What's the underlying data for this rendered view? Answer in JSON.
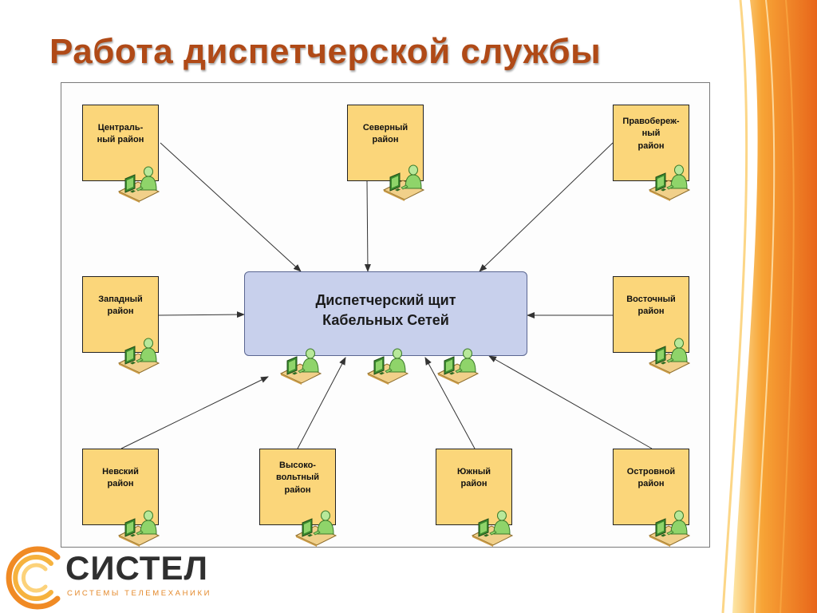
{
  "slide": {
    "title": "Работа диспетчерской службы",
    "accent_color": "#b04a17",
    "decor_colors": [
      "#f7a436",
      "#e96b1c",
      "#fcd27a"
    ]
  },
  "diagram": {
    "hub": {
      "title": "Диспетчерский щит\nКабельных Сетей",
      "fill": "#c8d0ec",
      "operators": 3
    },
    "district_fill": "#fbd67a",
    "operator_icon": "operator-workstation-icon",
    "districts": [
      {
        "id": "central",
        "label": "Централь-\nный район"
      },
      {
        "id": "north",
        "label": "Северный\nрайон"
      },
      {
        "id": "right-bank",
        "label": "Правобереж-\nный\nрайон"
      },
      {
        "id": "west",
        "label": "Западный\nрайон"
      },
      {
        "id": "east",
        "label": "Восточный\nрайон"
      },
      {
        "id": "nevsky",
        "label": "Невский\nрайон"
      },
      {
        "id": "high-voltage",
        "label": "Высоко-\nвольтный\nрайон"
      },
      {
        "id": "south",
        "label": "Южный\nрайон"
      },
      {
        "id": "island",
        "label": "Островной\nрайон"
      }
    ],
    "connections": "each district → hub (one-way arrow)"
  },
  "logo": {
    "name": "СИСТЕЛ",
    "tagline": "СИСТЕМЫ ТЕЛЕМЕХАНИКИ",
    "icon": "c-arc-logo-icon"
  }
}
